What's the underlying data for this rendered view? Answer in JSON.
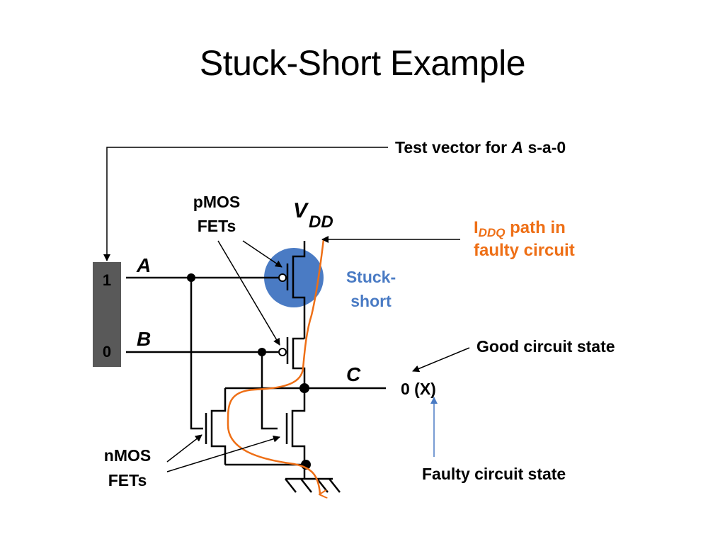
{
  "title": "Stuck-Short Example",
  "colors": {
    "iddq": "#ee6f16",
    "stuck": "#4a7bc4",
    "faulty_arrow": "#4a7bc4",
    "register": "#595959"
  },
  "labels": {
    "test_vector": "Test vector for ",
    "test_vector_a": "A",
    "test_vector_tail": " s-a-0",
    "pmos_line1": "pMOS",
    "pmos_line2": "FETs",
    "vdd_v": "V",
    "vdd_sub": "DD",
    "iddq_i": "I",
    "iddq_sub": "DDQ",
    "iddq_tail": " path in",
    "iddq_line2": "faulty circuit",
    "stuck_line1": "Stuck-",
    "stuck_line2": "short",
    "input_a": "A",
    "input_b": "B",
    "output_c": "C",
    "reg_1": "1",
    "reg_0": "0",
    "good_state": "Good circuit state",
    "output_value": "0 (X)",
    "faulty_state": "Faulty circuit state",
    "nmos_line1": "nMOS",
    "nmos_line2": "FETs"
  },
  "icons": {
    "stuck_short_marker": "blue-circle",
    "vdd_arrow": "arrow-left",
    "ground": "ground-hatch"
  }
}
